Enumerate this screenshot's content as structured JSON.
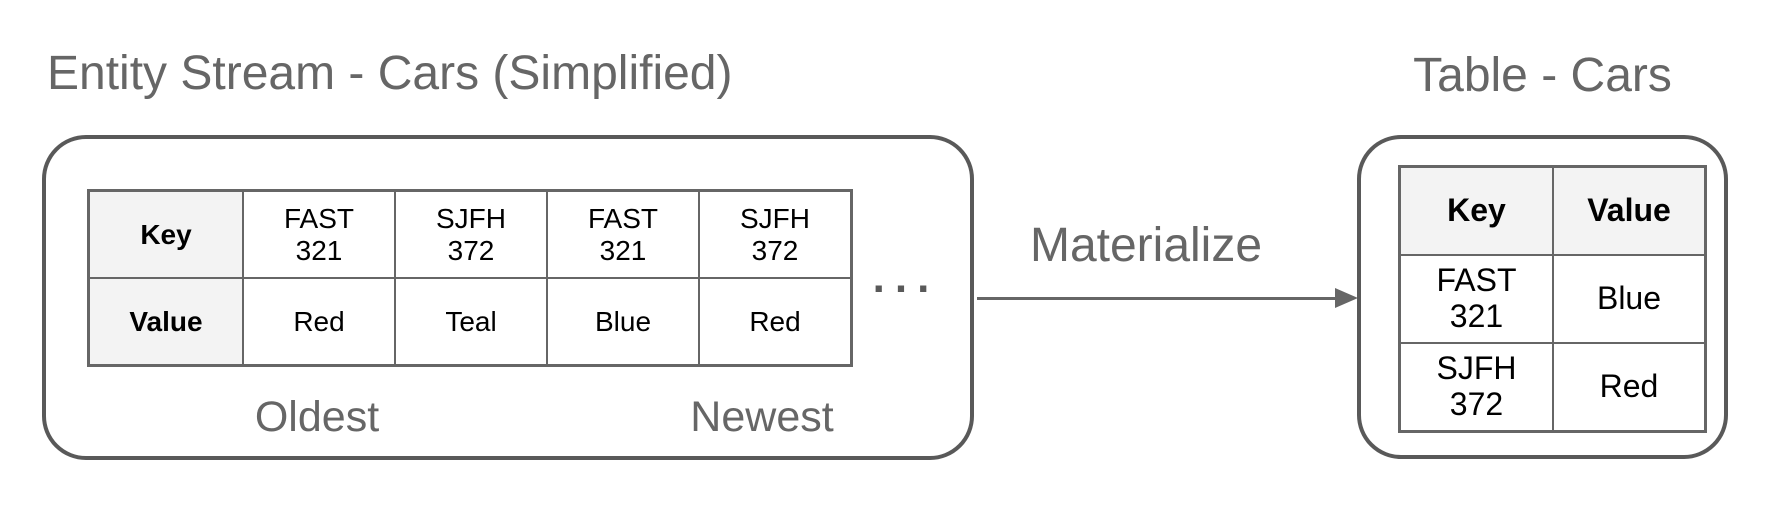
{
  "left_panel": {
    "title": "Entity Stream - Cars (Simplified)",
    "row_headers": [
      "Key",
      "Value"
    ],
    "entries": [
      {
        "key": "FAST\n321",
        "value": "Red"
      },
      {
        "key": "SJFH\n372",
        "value": "Teal"
      },
      {
        "key": "FAST\n321",
        "value": "Blue"
      },
      {
        "key": "SJFH\n372",
        "value": "Red"
      }
    ],
    "ellipsis": "...",
    "oldest_label": "Oldest",
    "newest_label": "Newest"
  },
  "flow": {
    "label": "Materialize"
  },
  "right_panel": {
    "title": "Table - Cars",
    "column_headers": [
      "Key",
      "Value"
    ],
    "rows": [
      {
        "key": "FAST\n321",
        "value": "Blue"
      },
      {
        "key": "SJFH\n372",
        "value": "Red"
      }
    ]
  },
  "colors": {
    "label_gray": "#666666",
    "box_border": "#595959",
    "table_border": "#666666",
    "header_cell_bg": "#f3f3f3",
    "cell_text": "#000000"
  }
}
